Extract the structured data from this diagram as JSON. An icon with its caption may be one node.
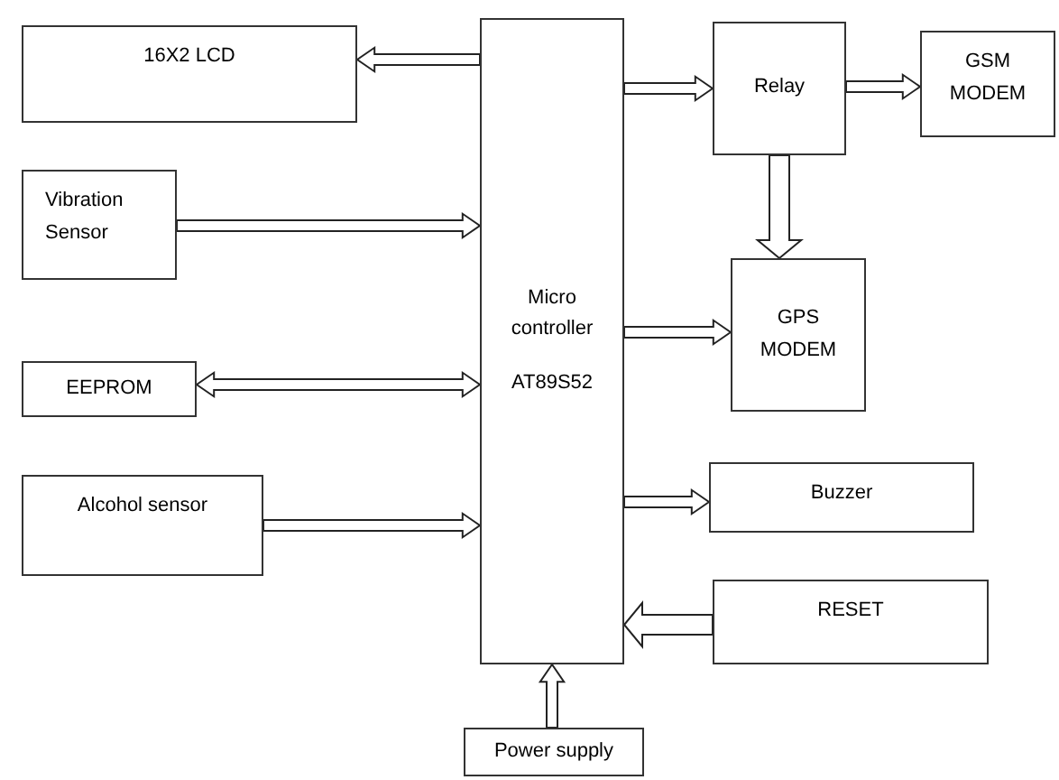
{
  "diagram": {
    "nodes": [
      {
        "text": [
          "16X2 LCD"
        ]
      },
      {
        "text": [
          "Vibration Sensor"
        ]
      },
      {
        "text": [
          "EEPROM"
        ]
      },
      {
        "text": [
          "Alcohol sensor"
        ]
      },
      {
        "text": [
          "Micro controller",
          "AT89S52"
        ]
      },
      {
        "text": [
          "Relay"
        ]
      },
      {
        "text": [
          "GSM MODEM"
        ]
      },
      {
        "text": [
          "GPS MODEM"
        ]
      },
      {
        "text": [
          "Buzzer"
        ]
      },
      {
        "text": [
          "RESET"
        ]
      },
      {
        "text": [
          "Power supply"
        ]
      }
    ],
    "edges": [
      {
        "from": 4,
        "to": 0,
        "arrow": "to"
      },
      {
        "from": 1,
        "to": 4,
        "arrow": "to"
      },
      {
        "from": 2,
        "to": 4,
        "arrow": "both"
      },
      {
        "from": 3,
        "to": 4,
        "arrow": "to"
      },
      {
        "from": 4,
        "to": 5,
        "arrow": "to"
      },
      {
        "from": 5,
        "to": 6,
        "arrow": "to"
      },
      {
        "from": 5,
        "to": 7,
        "arrow": "to",
        "style": "thick"
      },
      {
        "from": 4,
        "to": 7,
        "arrow": "to"
      },
      {
        "from": 4,
        "to": 8,
        "arrow": "to"
      },
      {
        "from": 9,
        "to": 4,
        "arrow": "to",
        "style": "thick"
      },
      {
        "from": 10,
        "to": 4,
        "arrow": "to"
      }
    ]
  }
}
